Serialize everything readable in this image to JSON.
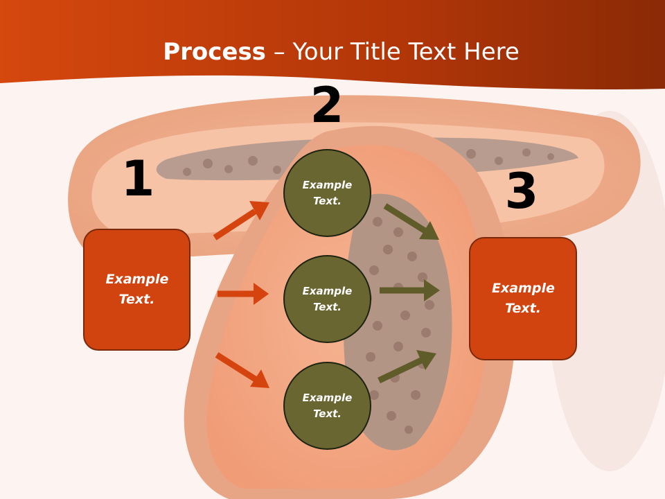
{
  "title": {
    "bold": "Process",
    "rest": " – Your Title Text Here"
  },
  "steps": [
    {
      "number": "1",
      "text": "Example Text."
    },
    {
      "number": "2",
      "items": [
        "Example Text.",
        "Example Text.",
        "Example Text."
      ]
    },
    {
      "number": "3",
      "text": "Example Text."
    }
  ],
  "colors": {
    "header": "#c8420a",
    "box": "#d14410",
    "circle": "#6a6632",
    "arrow_left": "#d5440f",
    "arrow_right": "#5f5c2a",
    "background": "#fdf3f1"
  }
}
